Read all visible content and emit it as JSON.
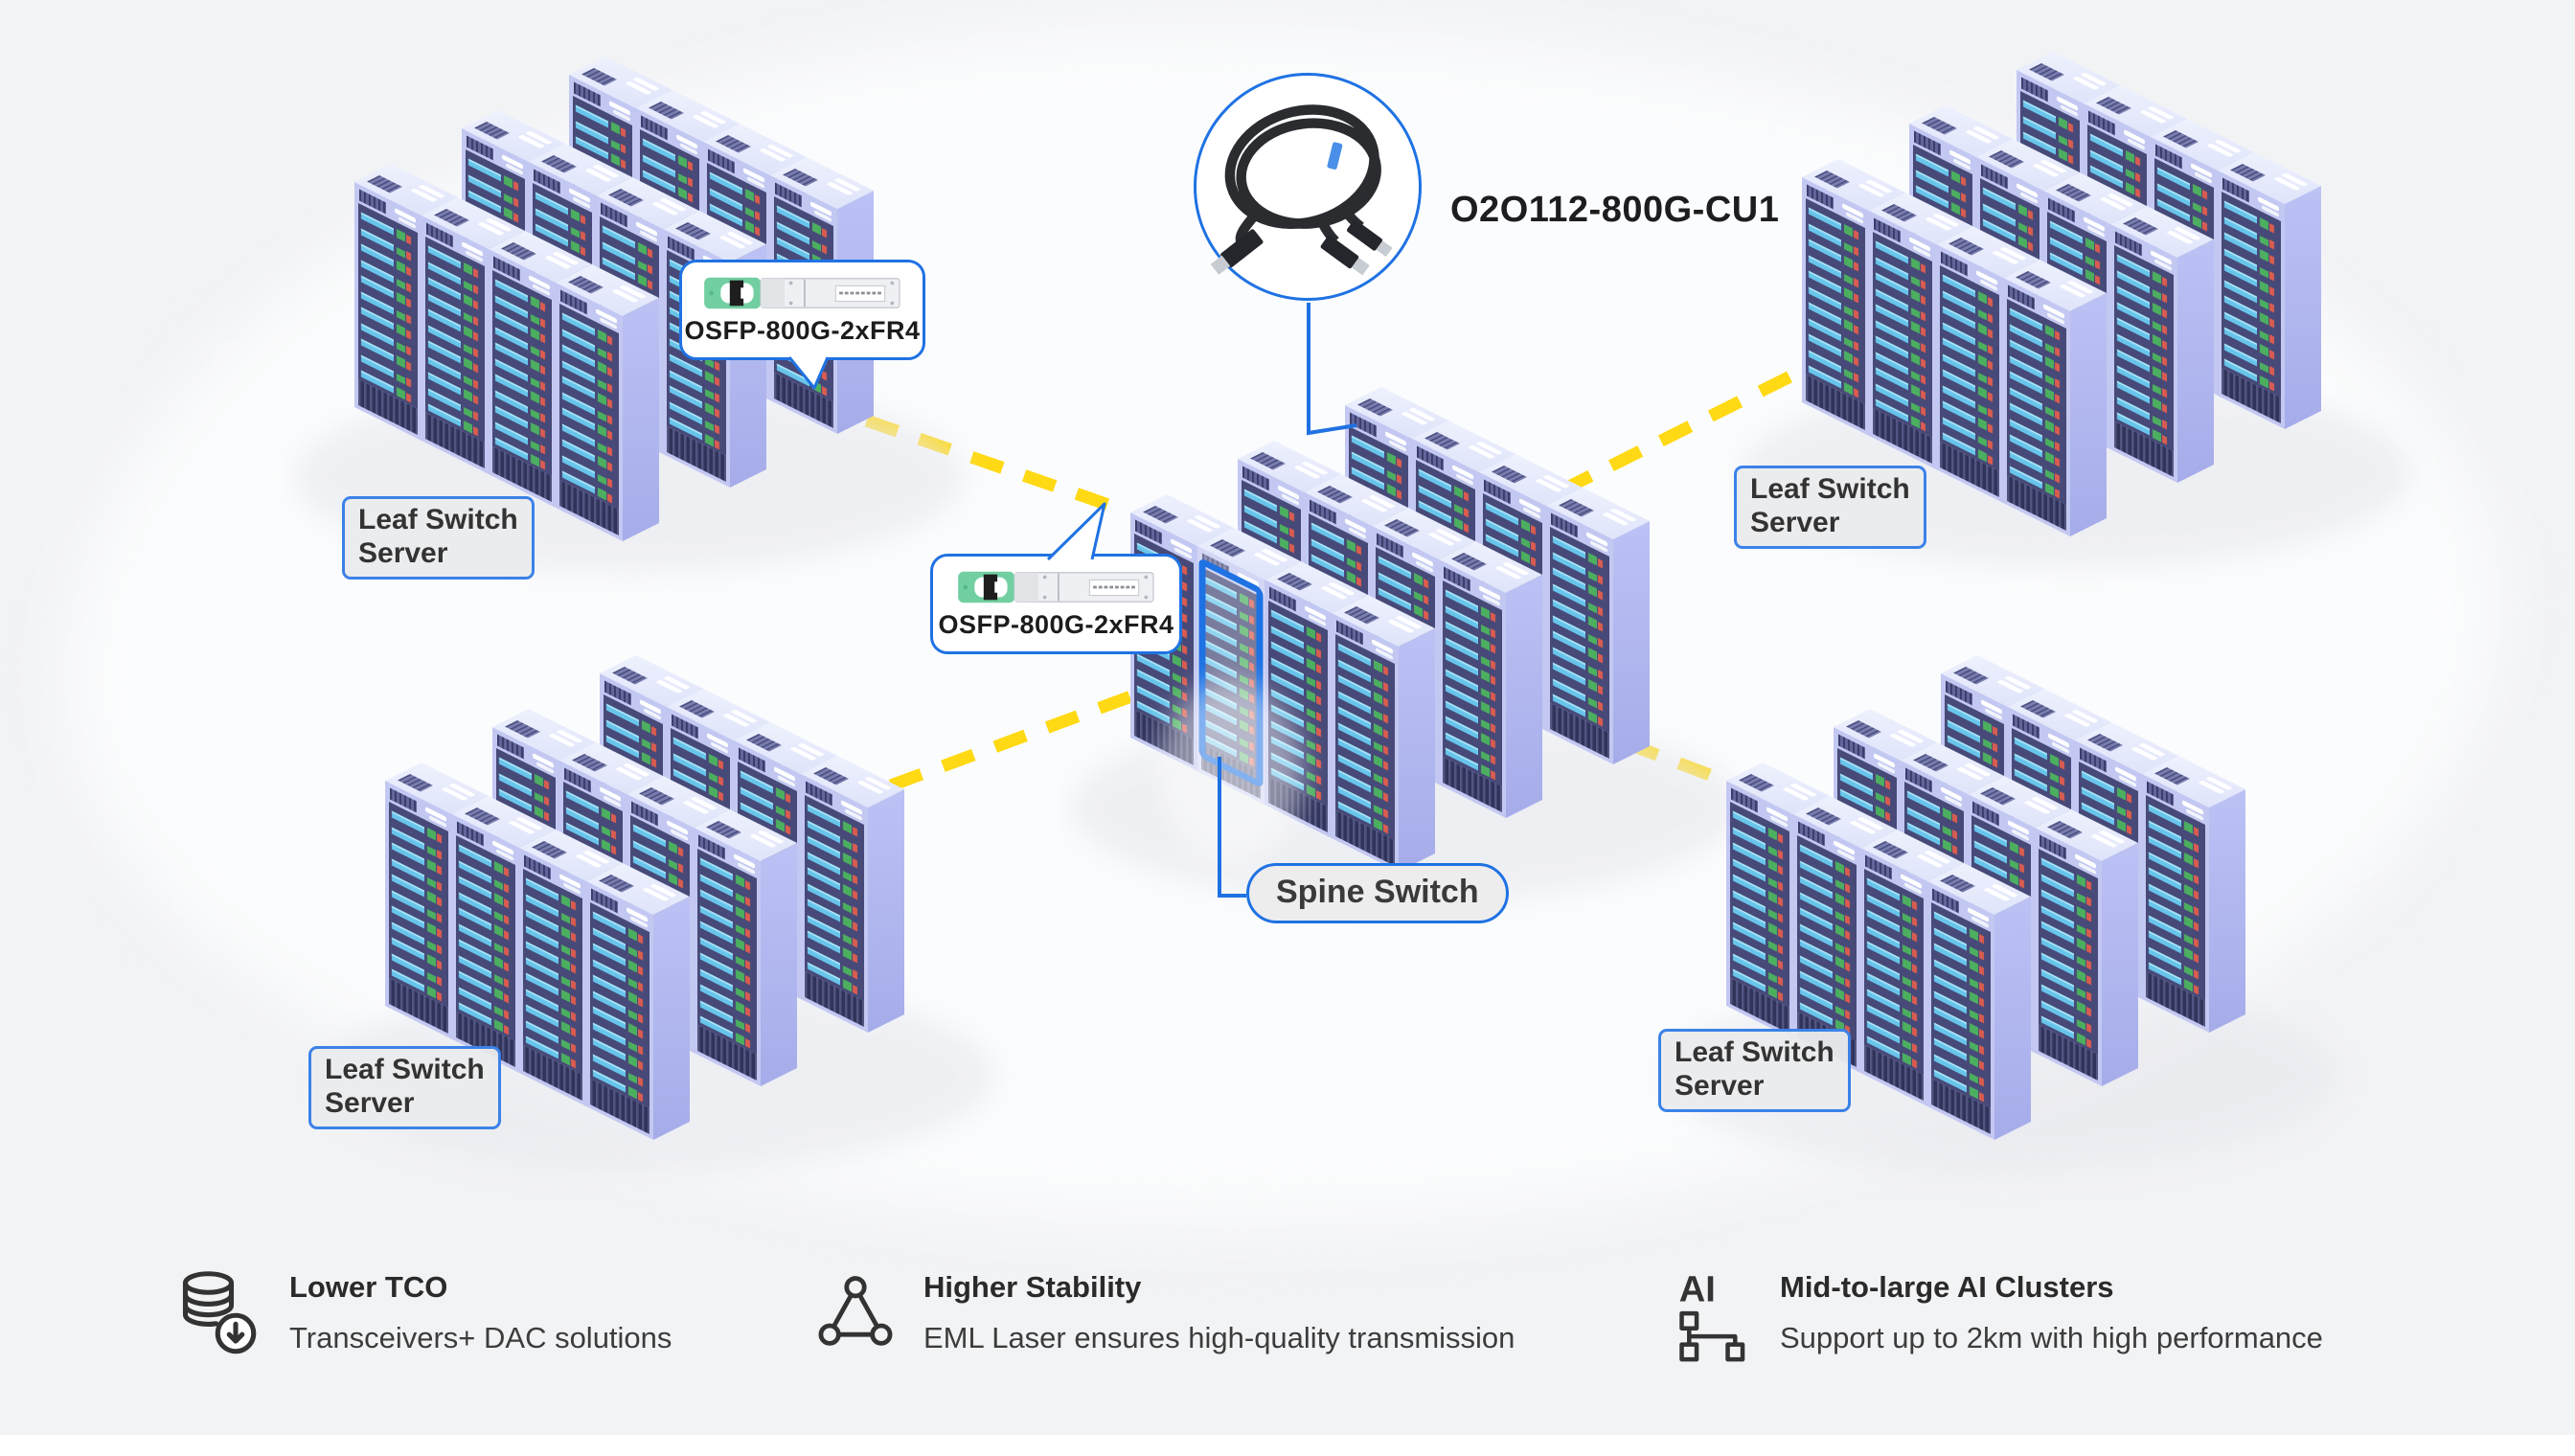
{
  "labels": {
    "cable": "O2O112-800G-CU1",
    "transceiver": "OSFP-800G-2xFR4",
    "spine": "Spine Switch",
    "leaf": {
      "line1": "Leaf Switch",
      "line2": "Server"
    }
  },
  "features": [
    {
      "icon": "database-down-icon",
      "title": "Lower TCO",
      "description": "Transceivers+ DAC solutions"
    },
    {
      "icon": "stability-network-icon",
      "title": "Higher Stability",
      "description": "EML Laser ensures high-quality transmission"
    },
    {
      "icon": "ai-cluster-icon",
      "icon_text": "AI",
      "title": "Mid-to-large AI Clusters",
      "description": "Support up to 2km with high performance"
    }
  ],
  "colors": {
    "background": "#f2f3f5",
    "accent_blue": "#1f72e3",
    "link_yellow": "#ffd914",
    "rack_frame": "#c3c8f2",
    "rack_side_light": "#bcc2f4",
    "rack_side_dark": "#a6ace9",
    "rack_top_light": "#eef1fd",
    "rack_top_dark": "#dfe4fa",
    "panel_navy": "#474a78",
    "grill_navy": "#30335a",
    "grill_line": "#525580",
    "vent_dark": "#3a3d6b",
    "vent_base": "#61659a",
    "bar_cyan": "#68c4ea",
    "bar_cyan_light": "#a6e3f7",
    "led_green": "#4caf60",
    "led_red": "#d95c50",
    "label_border": "#3b82e8",
    "shadow": "#e7e8ee",
    "transceiver_green": "#72cfa2"
  }
}
